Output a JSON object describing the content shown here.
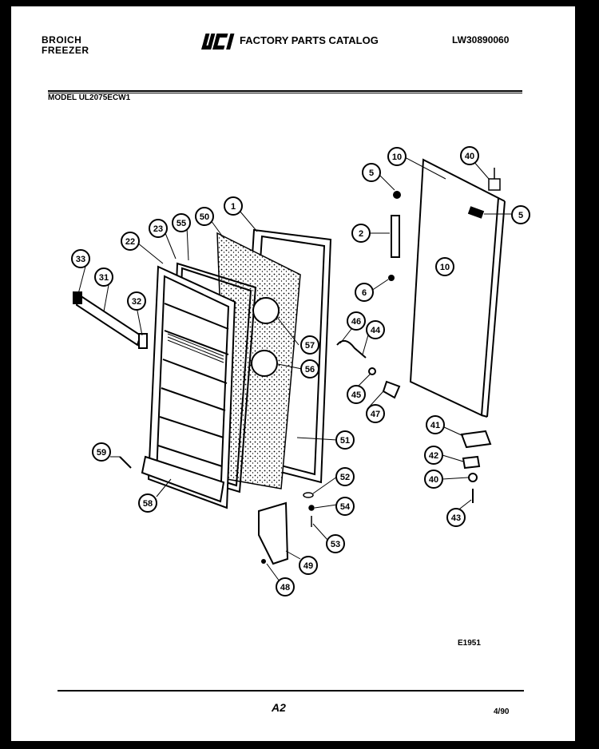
{
  "header": {
    "brand_line1": "BROICH",
    "brand_line2": "FREEZER",
    "logo_text": "WCI",
    "catalog_title": "FACTORY PARTS CATALOG",
    "part_number": "LW30890060",
    "model": "MODEL UL2075ECW1"
  },
  "diagram": {
    "callouts": [
      "10",
      "40",
      "5",
      "5",
      "2",
      "6",
      "10",
      "1",
      "50",
      "55",
      "23",
      "22",
      "33",
      "31",
      "32",
      "46",
      "44",
      "57",
      "56",
      "45",
      "47",
      "41",
      "42",
      "40",
      "43",
      "51",
      "52",
      "54",
      "53",
      "49",
      "48",
      "59",
      "58"
    ],
    "code": "E1951"
  },
  "footer": {
    "page": "A2",
    "date": "4/90"
  },
  "colors": {
    "ink": "#000000",
    "paper": "#ffffff",
    "frame": "#000000"
  }
}
